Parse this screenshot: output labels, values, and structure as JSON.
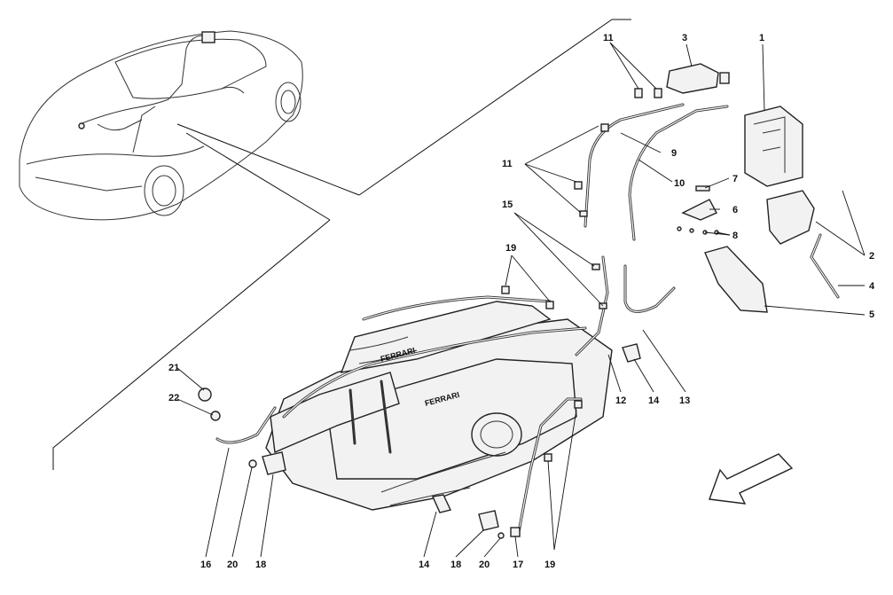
{
  "callouts": [
    {
      "id": "c1",
      "label": "1"
    },
    {
      "id": "c2",
      "label": "2"
    },
    {
      "id": "c3",
      "label": "3"
    },
    {
      "id": "c4",
      "label": "4"
    },
    {
      "id": "c5",
      "label": "5"
    },
    {
      "id": "c6",
      "label": "6"
    },
    {
      "id": "c7",
      "label": "7"
    },
    {
      "id": "c8",
      "label": "8"
    },
    {
      "id": "c9",
      "label": "9"
    },
    {
      "id": "c10",
      "label": "10"
    },
    {
      "id": "c11a",
      "label": "11"
    },
    {
      "id": "c11b",
      "label": "11"
    },
    {
      "id": "c12",
      "label": "12"
    },
    {
      "id": "c13",
      "label": "13"
    },
    {
      "id": "c14a",
      "label": "14"
    },
    {
      "id": "c14b",
      "label": "14"
    },
    {
      "id": "c15",
      "label": "15"
    },
    {
      "id": "c16",
      "label": "16"
    },
    {
      "id": "c17",
      "label": "17"
    },
    {
      "id": "c18a",
      "label": "18"
    },
    {
      "id": "c18b",
      "label": "18"
    },
    {
      "id": "c19a",
      "label": "19"
    },
    {
      "id": "c19b",
      "label": "19"
    },
    {
      "id": "c20a",
      "label": "20"
    },
    {
      "id": "c20b",
      "label": "20"
    },
    {
      "id": "c21",
      "label": "21"
    },
    {
      "id": "c22",
      "label": "22"
    }
  ],
  "engine_branding": [
    "FERRARI",
    "FERRARI"
  ],
  "icons": {
    "direction_arrow": "direction-arrow-icon",
    "car": "car-illustration-icon"
  }
}
